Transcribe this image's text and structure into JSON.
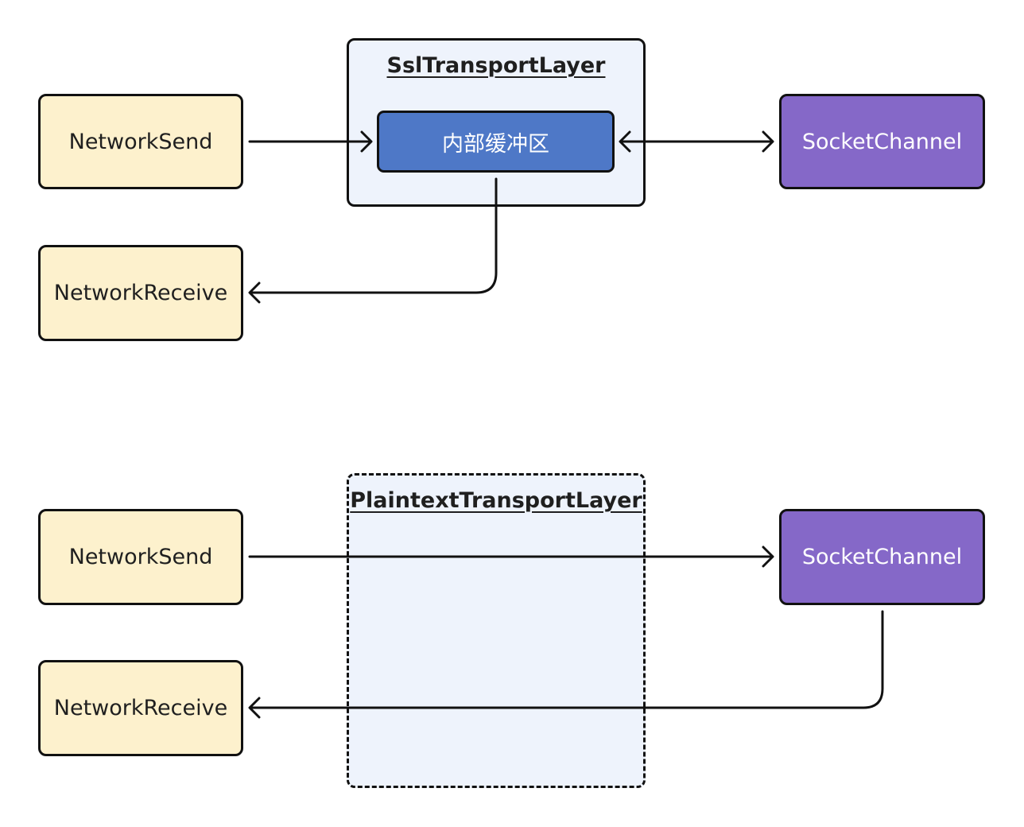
{
  "ssl_section": {
    "container_title": "SslTransportLayer",
    "buffer_label": "内部缓冲区",
    "send_label": "NetworkSend",
    "receive_label": "NetworkReceive",
    "channel_label": "SocketChannel"
  },
  "plaintext_section": {
    "container_title": "PlaintextTransportLayer",
    "send_label": "NetworkSend",
    "receive_label": "NetworkReceive",
    "channel_label": "SocketChannel"
  },
  "colors": {
    "network_box_fill": "#fdf1cd",
    "socket_channel_fill": "#8568c8",
    "buffer_fill": "#4e78c7",
    "container_fill": "#eef3fc",
    "stroke": "#111111"
  }
}
